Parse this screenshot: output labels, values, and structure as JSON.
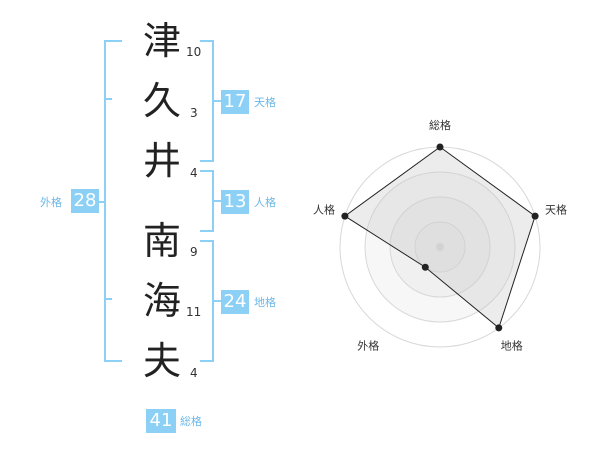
{
  "name_chars": [
    {
      "char": "津",
      "strokes": "10"
    },
    {
      "char": "久",
      "strokes": "3"
    },
    {
      "char": "井",
      "strokes": "4"
    },
    {
      "char": "南",
      "strokes": "9"
    },
    {
      "char": "海",
      "strokes": "11"
    },
    {
      "char": "夫",
      "strokes": "4"
    }
  ],
  "kakaku": {
    "tenkaku": {
      "value": "17",
      "label": "天格"
    },
    "jinkaku": {
      "value": "13",
      "label": "人格"
    },
    "chikaku": {
      "value": "24",
      "label": "地格"
    },
    "gaikaku": {
      "value": "28",
      "label": "外格"
    },
    "soukaku": {
      "value": "41",
      "label": "総格"
    }
  },
  "colors": {
    "accent": "#8cd0f5",
    "accent_text": "#6ab8e8"
  },
  "chart_data": {
    "type": "radar",
    "axes": [
      "総格",
      "天格",
      "地格",
      "外格",
      "人格"
    ],
    "values": [
      4,
      4,
      4,
      1,
      4
    ],
    "range": [
      0,
      4
    ],
    "rings": 4
  }
}
